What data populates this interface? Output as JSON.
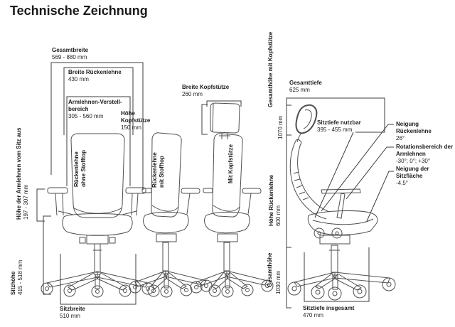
{
  "title": "Technische Zeichnung",
  "colors": {
    "text": "#1d1d1b",
    "chair_line": "#4e4e4e",
    "dimension_line": "#3c3c3c",
    "background": "#ffffff"
  },
  "dimensions": {
    "gesamtbreite": {
      "label": "Gesamtbreite",
      "value": "569 - 880 mm"
    },
    "breite_rueckenlehne": {
      "label": "Breite Rückenlehne",
      "value": "430 mm"
    },
    "armlehnen_verstellbereich": {
      "label1": "Armlehnen-Verstell-",
      "label2": "bereich",
      "value": "305 - 560 mm"
    },
    "hoehe_armlehnen_vom_sitz": {
      "label": "Höhe der Armlehnen vom Sitz aus",
      "value": "197 - 307 mm"
    },
    "sitzhoehe": {
      "label": "Sitzhöhe",
      "value": "415 - 518 mm"
    },
    "sitzbreite": {
      "label": "Sitzbreite",
      "value": "510 mm"
    },
    "hoehe_kopfstuetze": {
      "label": "Höhe Kopfstütze",
      "value": "150 mm"
    },
    "breite_kopfstuetze": {
      "label": "Breite Kopfstütze",
      "value": "260 mm"
    },
    "gesamttiefe": {
      "label": "Gesamttiefe",
      "value": "625 mm"
    },
    "gesamthoehe_mit_kopfstuetze": {
      "label": "Gesamthöhe mit Kopfstütze",
      "value": "1070 mm"
    },
    "sitztiefe_nutzbar": {
      "label": "Sitztiefe nutzbar",
      "value": "395 - 455 mm"
    },
    "neigung_rueckenlehne": {
      "label": "Neigung Rückenlehne",
      "value": "26°"
    },
    "rotationsbereich_armlehnen": {
      "label": "Rotationsbereich der Armlehnen",
      "value": "-30°; 0°; +30°"
    },
    "neigung_sitzflaeche": {
      "label": "Neigung der Sitzfläche",
      "value": "-4.5°"
    },
    "hoehe_rueckenlehne": {
      "label": "Höhe Rückenlehne",
      "value": "600 mm"
    },
    "gesamthoehe": {
      "label": "Gesamthöhe",
      "value": "1030 mm"
    },
    "sitztiefe_insgesamt": {
      "label": "Sitztiefe insgesamt",
      "value": "470 mm"
    }
  },
  "chair_captions": {
    "front": {
      "line1": "Rückenlehne",
      "line2": "ohne Stofftop"
    },
    "back_fabric": {
      "line1": "Rückenlehne",
      "line2": "mit Stofftop"
    },
    "headrest": {
      "line1": "Mit Kopfstütze"
    }
  }
}
